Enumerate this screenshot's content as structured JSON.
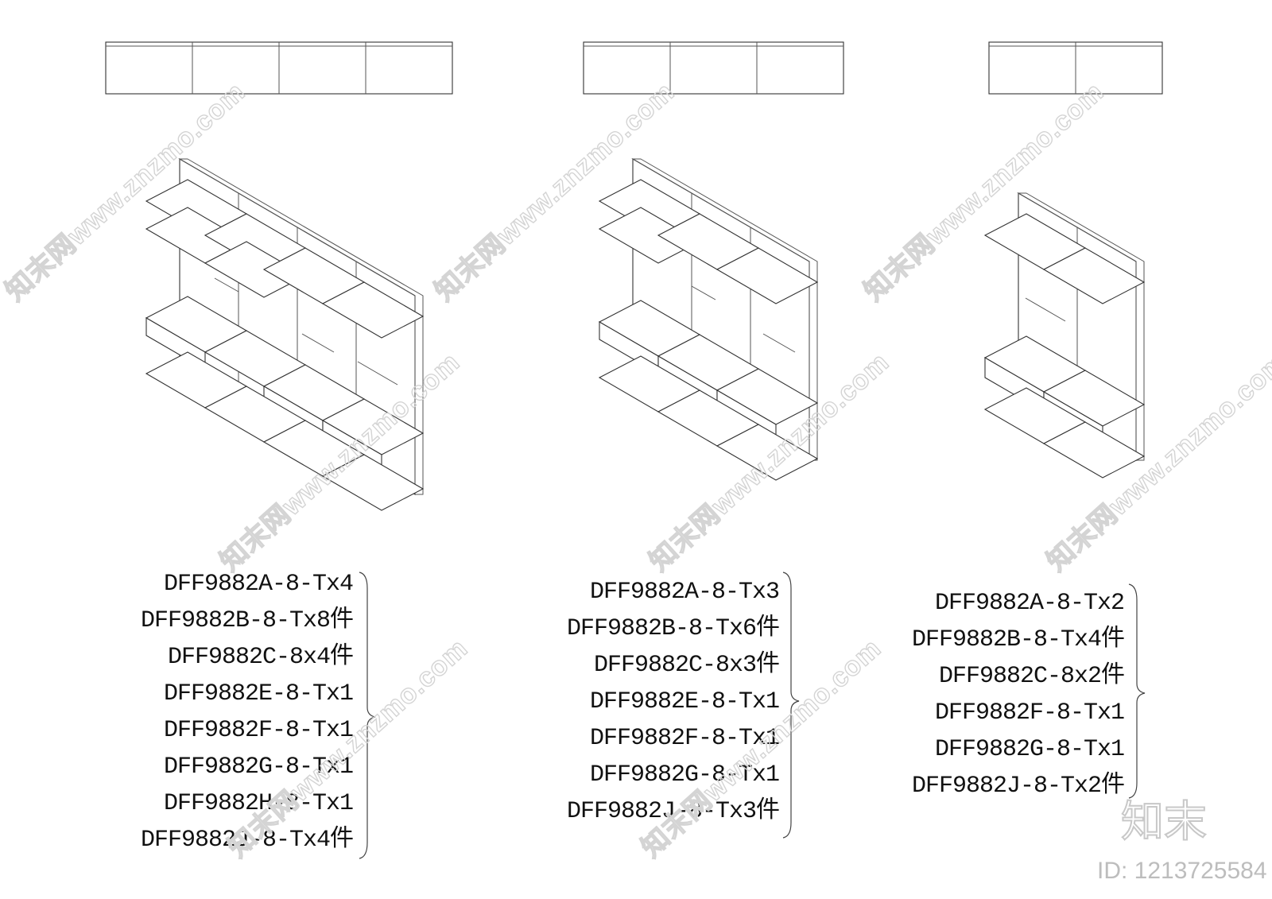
{
  "groups": [
    {
      "id": "group-4-bay",
      "bays": 4,
      "parts": [
        "DFF9882A-8-Tx4",
        "DFF9882B-8-Tx8件",
        "DFF9882C-8x4件",
        "DFF9882E-8-Tx1",
        "DFF9882F-8-Tx1",
        "DFF9882G-8-Tx1",
        "DFF9882H-8-Tx1",
        "DFF9882J-8-Tx4件"
      ]
    },
    {
      "id": "group-3-bay",
      "bays": 3,
      "parts": [
        "DFF9882A-8-Tx3",
        "DFF9882B-8-Tx6件",
        "DFF9882C-8x3件",
        "DFF9882E-8-Tx1",
        "DFF9882F-8-Tx1",
        "DFF9882G-8-Tx1",
        "DFF9882J-8-Tx3件"
      ]
    },
    {
      "id": "group-2-bay",
      "bays": 2,
      "parts": [
        "DFF9882A-8-Tx2",
        "DFF9882B-8-Tx4件",
        "DFF9882C-8x2件",
        "DFF9882F-8-Tx1",
        "DFF9882G-8-Tx1",
        "DFF9882J-8-Tx2件"
      ]
    }
  ],
  "watermark": {
    "text": "知末网www.znzmo.com",
    "logo": "知末",
    "id_label": "ID: 1213725584"
  },
  "colors": {
    "line": "#333333",
    "watermark": "#d4d4d4",
    "background": "#ffffff"
  }
}
